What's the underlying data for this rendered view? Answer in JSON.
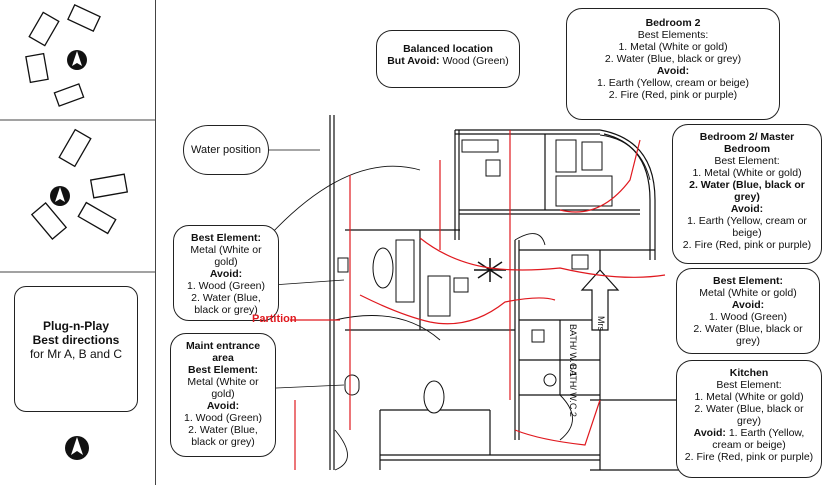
{
  "plug_box": {
    "line1": "Plug-n-Play",
    "line2": "Best directions",
    "line3": "for Mr A, B and C"
  },
  "balanced": {
    "title": "Balanced location",
    "avoid_label": "But Avoid:",
    "avoid_value": "Wood (Green)"
  },
  "bedroom2": {
    "title": "Bedroom 2",
    "best_label": "Best Elements:",
    "best": [
      "1. Metal (White or gold)",
      "2. Water (Blue, black or grey)"
    ],
    "avoid_label": "Avoid:",
    "avoid": [
      "1. Earth (Yellow, cream or beige)",
      "2. Fire (Red, pink or purple)"
    ]
  },
  "master": {
    "title_line1": "Bedroom 2/ Master",
    "title_line2": "Bedroom",
    "best_label": "Best Element:",
    "best1": "1. Metal (White or gold)",
    "best2": "2. Water (Blue, black or grey)",
    "avoid_label": "Avoid:",
    "avoid1": "1. Earth (Yellow, cream or beige)",
    "avoid2": "2. Fire (Red, pink or purple)"
  },
  "water_position": "Water position",
  "left_element": {
    "best_label": "Best Element:",
    "best": "Metal (White or gold)",
    "avoid_label": "Avoid:",
    "avoid1": "1. Wood (Green)",
    "avoid2": "2. Water (Blue, black or grey)"
  },
  "partition": "Partition",
  "entrance": {
    "title": "Maint entrance area",
    "best_label": "Best Element:",
    "best": "Metal (White or gold)",
    "avoid_label": "Avoid:",
    "avoid1": "1. Wood (Green)",
    "avoid2": "2. Water (Blue, black or grey)"
  },
  "right_element": {
    "best_label": "Best Element:",
    "best": "Metal (White or gold)",
    "avoid_label": "Avoid:",
    "avoid1": "1. Wood (Green)",
    "avoid2": "2. Water (Blue, black or grey)"
  },
  "kitchen": {
    "title": "Kitchen",
    "best_label": "Best Element:",
    "best1": "1. Metal (White or gold)",
    "best2": "2. Water (Blue, black or grey)",
    "avoid_label": "Avoid:",
    "avoid1": "1. Earth (Yellow, cream or beige)",
    "avoid2": "2. Fire (Red, pink or purple)"
  },
  "room_labels": {
    "bath1": "BATH/ W.C 1",
    "bath2": "BATH/ W.C 2",
    "mrs": "Mrs"
  },
  "colors": {
    "red_line": "#e0191f",
    "ink": "#111111"
  }
}
